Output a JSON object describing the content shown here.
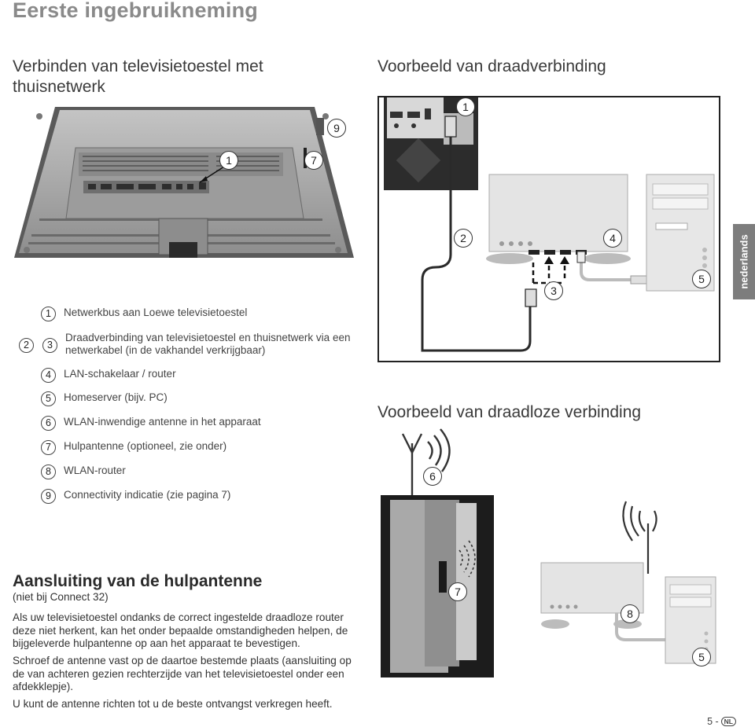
{
  "page": {
    "title": "Eerste ingebruikneming",
    "side_tab": "nederlands",
    "footer_page": "5 -",
    "footer_badge": "NL"
  },
  "section_left": {
    "heading_line1": "Verbinden van televisietoestel met",
    "heading_line2": "thuisnetwerk"
  },
  "section_wired": {
    "heading": "Voorbeeld van draadverbinding"
  },
  "section_wireless": {
    "heading": "Voorbeeld van draadloze verbinding"
  },
  "callouts": {
    "n1": "1",
    "n2": "2",
    "n3": "3",
    "n4": "4",
    "n5": "5",
    "n6": "6",
    "n7": "7",
    "n8": "8",
    "n9": "9"
  },
  "legend": [
    {
      "num": "1",
      "text": "Netwerkbus aan Loewe televisietoestel"
    },
    {
      "num": "2",
      "num2": "3",
      "text_line1": "Draadverbinding van televisietoestel en thuisnetwerk via een",
      "text_line2": "netwerkabel (in de vakhandel verkrijgbaar)"
    },
    {
      "num": "4",
      "text": "LAN-schakelaar / router"
    },
    {
      "num": "5",
      "text": "Homeserver (bijv. PC)"
    },
    {
      "num": "6",
      "text": "WLAN-inwendige antenne in het apparaat"
    },
    {
      "num": "7",
      "text": "Hulpantenne (optioneel, zie onder)"
    },
    {
      "num": "8",
      "text": "WLAN-router"
    },
    {
      "num": "9",
      "text": "Connectivity indicatie (zie pagina 7)"
    }
  ],
  "antenna_section": {
    "heading": "Aansluiting van de hulpantenne",
    "subheading": "(niet bij Connect 32)",
    "para1_l1": "Als uw televisietoestel ondanks de correct ingestelde draadloze router",
    "para1_l2": "deze niet herkent, kan het onder bepaalde omstandigheden helpen, de",
    "para1_l3": "bijgeleverde hulpantenne op aan het apparaat te bevestigen.",
    "para2_l1": "Schroef de antenne vast op de daartoe bestemde plaats (aansluiting op",
    "para2_l2": "de van achteren gezien rechterzijde van het televisietoestel onder een",
    "para2_l3": "afdekklepje).",
    "para3": "U kunt de antenne richten tot u de beste ontvangst verkregen heeft."
  },
  "colors": {
    "title_gray": "#8a8a8a",
    "side_tab_bg": "#7d7d7d",
    "tv_body": "#a9a9a9",
    "device_light": "#dcdcdc"
  }
}
